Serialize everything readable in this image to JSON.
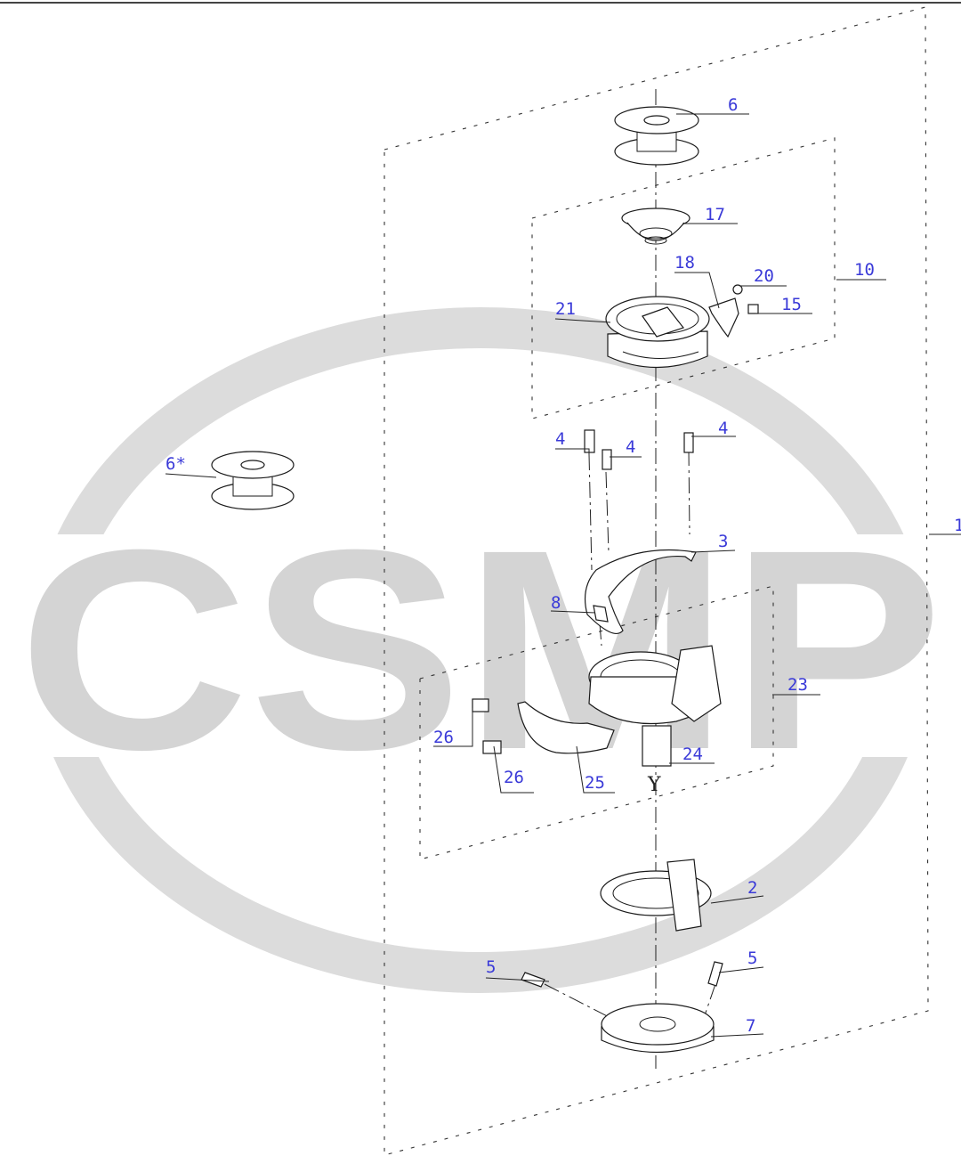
{
  "watermark": {
    "text": "CSMP"
  },
  "labels": {
    "p1": "1",
    "p2": "2",
    "p3": "3",
    "p4a": "4",
    "p4b": "4",
    "p4c": "4",
    "p5a": "5",
    "p5b": "5",
    "p6": "6",
    "p6star": "6*",
    "p7": "7",
    "p8": "8",
    "p10": "10",
    "p15": "15",
    "p17": "17",
    "p18": "18",
    "p20": "20",
    "p21": "21",
    "p23": "23",
    "p24": "24",
    "p25": "25",
    "p26a": "26",
    "p26b": "26"
  },
  "axis_marker": "Y"
}
